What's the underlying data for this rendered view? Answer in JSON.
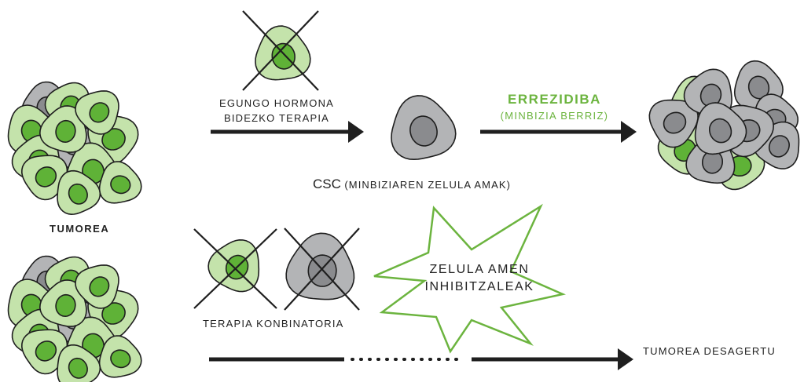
{
  "colors": {
    "light_green": "#c4e3ab",
    "green": "#5fb237",
    "gray": "#b3b4b6",
    "dark_gray": "#8a8b8e",
    "outline": "#1f1f1f",
    "accent_green": "#6cb43f",
    "text": "#222222"
  },
  "labels": {
    "tumor": "TUMOREA",
    "hormone_line1": "EGUNGO HORMONA",
    "hormone_line2": "BIDEZKO TERAPIA",
    "recurrence": "ERREZIDIBA",
    "recurrence_sub": "(MINBIZIA BERRIZ)",
    "csc_abbr": "CSC",
    "csc_desc": "(MINBIZIAREN ZELULA AMAK)",
    "inhibitors_line1": "ZELULA AMEN",
    "inhibitors_line2": "INHIBITZALEAK",
    "combination": "TERAPIA KONBINATORIA",
    "disappears": "TUMOREA DESAGERTU"
  },
  "icons": [
    "cell-icon",
    "cross-icon",
    "arrow-icon",
    "star-burst-icon"
  ]
}
